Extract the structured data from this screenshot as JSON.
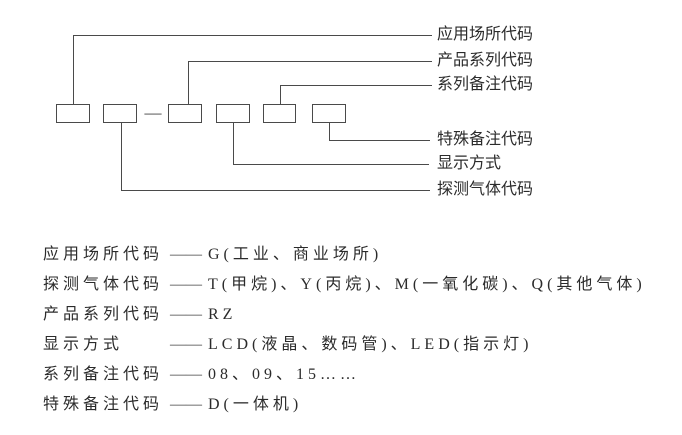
{
  "diagram": {
    "separator": "—",
    "boxes": [
      {
        "name": "application-site"
      },
      {
        "name": "detected-gas"
      },
      {
        "name": "product-series"
      },
      {
        "name": "display-mode"
      },
      {
        "name": "series-remark"
      },
      {
        "name": "special-remark"
      }
    ],
    "labels": [
      {
        "text": "应用场所代码"
      },
      {
        "text": "产品系列代码"
      },
      {
        "text": "系列备注代码"
      },
      {
        "text": "特殊备注代码"
      },
      {
        "text": "显示方式"
      },
      {
        "text": "探测气体代码"
      }
    ]
  },
  "legend": {
    "rows": [
      {
        "term": "应用场所代码",
        "dash": "——",
        "value": "G(工业、商业场所)"
      },
      {
        "term": "探测气体代码",
        "dash": "——",
        "value": "T(甲烷)、Y(丙烷)、M(一氧化碳)、Q(其他气体)"
      },
      {
        "term": "产品系列代码",
        "dash": "——",
        "value": "RZ"
      },
      {
        "term": "显示方式",
        "dash": "——",
        "value": "LCD(液晶、数码管)、LED(指示灯)"
      },
      {
        "term": "系列备注代码",
        "dash": "——",
        "value": "08、09、15……"
      },
      {
        "term": "特殊备注代码",
        "dash": "——",
        "value": "D(一体机)"
      }
    ]
  },
  "colors": {
    "background": "#ffffff",
    "line": "#4a4a4a",
    "text": "#2b2b2b"
  }
}
